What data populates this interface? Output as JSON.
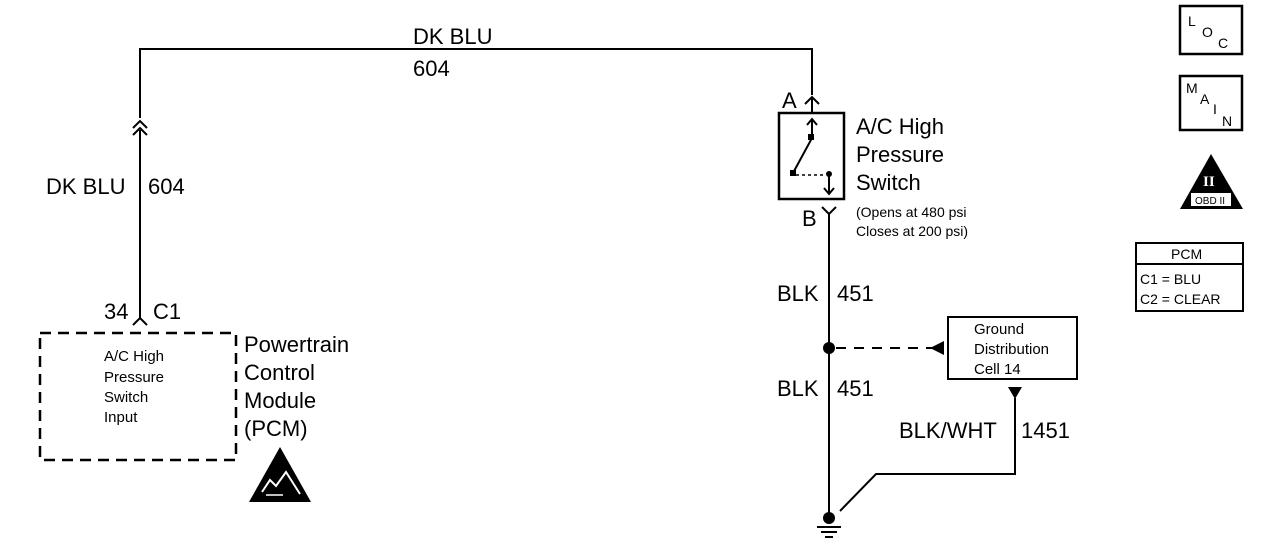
{
  "top_wire": {
    "color": "DK BLU",
    "circuit": "604"
  },
  "left_wire": {
    "color": "DK BLU",
    "circuit": "604"
  },
  "pcm_connector": {
    "pin": "34",
    "connector": "C1"
  },
  "pcm_input": {
    "line1": "A/C High",
    "line2": "Pressure",
    "line3": "Switch",
    "line4": "Input"
  },
  "pcm_name": {
    "line1": "Powertrain",
    "line2": "Control",
    "line3": "Module",
    "line4": "(PCM)"
  },
  "switch": {
    "terminal_a": "A",
    "terminal_b": "B",
    "line1": "A/C High",
    "line2": "Pressure",
    "line3": "Switch",
    "note1": "(Opens at 480 psi",
    "note2": "Closes at 200 psi)"
  },
  "wire_blk_upper": {
    "color": "BLK",
    "circuit": "451"
  },
  "wire_blk_lower": {
    "color": "BLK",
    "circuit": "451"
  },
  "wire_blkwht": {
    "color": "BLK/WHT",
    "circuit": "1451"
  },
  "ground_box": {
    "line1": "Ground",
    "line2": "Distribution",
    "line3": "Cell 14"
  },
  "loc_icon": {
    "l": "L",
    "o": "O",
    "c": "C"
  },
  "main_icon": {
    "m": "M",
    "a": "A",
    "i": "I",
    "n": "N"
  },
  "obd_icon": {
    "numeral": "II",
    "label": "OBD II"
  },
  "pcm_legend": {
    "title": "PCM",
    "row1": "C1 = BLU",
    "row2": "C2 = CLEAR"
  },
  "icons": [
    "esd-warning-icon",
    "ground-icon",
    "loc-icon",
    "main-icon",
    "obd-ii-icon"
  ]
}
